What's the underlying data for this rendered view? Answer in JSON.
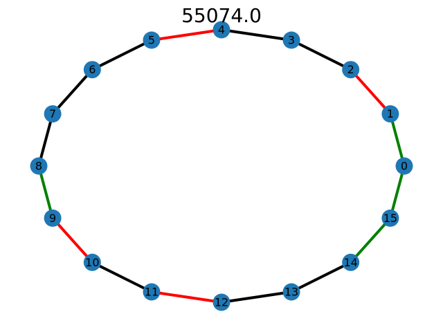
{
  "title": "55074.0",
  "colors": {
    "node": "#1f77b4",
    "label": "#000000",
    "black": "#000000",
    "red": "#ff0000",
    "green": "#008000"
  },
  "nodes": [
    {
      "id": 0,
      "label": "0"
    },
    {
      "id": 1,
      "label": "1"
    },
    {
      "id": 2,
      "label": "2"
    },
    {
      "id": 3,
      "label": "3"
    },
    {
      "id": 4,
      "label": "4"
    },
    {
      "id": 5,
      "label": "5"
    },
    {
      "id": 6,
      "label": "6"
    },
    {
      "id": 7,
      "label": "7"
    },
    {
      "id": 8,
      "label": "8"
    },
    {
      "id": 9,
      "label": "9"
    },
    {
      "id": 10,
      "label": "10"
    },
    {
      "id": 11,
      "label": "11"
    },
    {
      "id": 12,
      "label": "12"
    },
    {
      "id": 13,
      "label": "13"
    },
    {
      "id": 14,
      "label": "14"
    },
    {
      "id": 15,
      "label": "15"
    }
  ],
  "edges": [
    {
      "source": 0,
      "target": 1,
      "color": "green"
    },
    {
      "source": 1,
      "target": 2,
      "color": "red"
    },
    {
      "source": 2,
      "target": 3,
      "color": "black"
    },
    {
      "source": 3,
      "target": 4,
      "color": "black"
    },
    {
      "source": 4,
      "target": 5,
      "color": "red"
    },
    {
      "source": 5,
      "target": 6,
      "color": "black"
    },
    {
      "source": 6,
      "target": 7,
      "color": "black"
    },
    {
      "source": 7,
      "target": 8,
      "color": "black"
    },
    {
      "source": 8,
      "target": 9,
      "color": "green"
    },
    {
      "source": 9,
      "target": 10,
      "color": "red"
    },
    {
      "source": 10,
      "target": 11,
      "color": "black"
    },
    {
      "source": 11,
      "target": 12,
      "color": "red"
    },
    {
      "source": 12,
      "target": 13,
      "color": "black"
    },
    {
      "source": 13,
      "target": 14,
      "color": "black"
    },
    {
      "source": 14,
      "target": 15,
      "color": "green"
    },
    {
      "source": 15,
      "target": 0,
      "color": "green"
    }
  ]
}
